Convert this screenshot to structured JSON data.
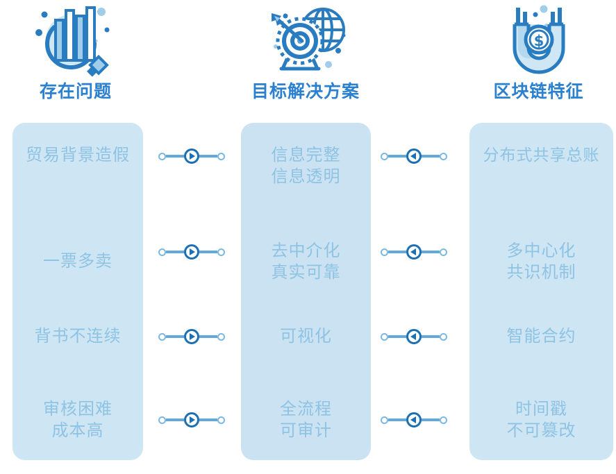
{
  "columns": [
    {
      "key": "problems",
      "title": "存在问题",
      "icon": "magnifier-barchart-icon",
      "cells": [
        {
          "text": "贸易背景造假",
          "lines": 1
        },
        {
          "text": "一票多卖",
          "lines": 1
        },
        {
          "text": "背书不连续",
          "lines": 1
        },
        {
          "text": "审核困难\n成本高",
          "lines": 2
        }
      ]
    },
    {
      "key": "solutions",
      "title": "目标解决方案",
      "icon": "target-globe-icon",
      "cells": [
        {
          "text": "信息完整\n信息透明",
          "lines": 2
        },
        {
          "text": "去中介化\n真实可靠",
          "lines": 2
        },
        {
          "text": "可视化",
          "lines": 1
        },
        {
          "text": "全流程\n可审计",
          "lines": 2
        }
      ]
    },
    {
      "key": "blockchain",
      "title": "区块链特征",
      "icon": "magnet-coin-icon",
      "cells": [
        {
          "text": "分布式共享总账",
          "lines": 1
        },
        {
          "text": "多中心化\n共识机制",
          "lines": 2
        },
        {
          "text": "智能合约",
          "lines": 1
        },
        {
          "text": "时间戳\n不可篡改",
          "lines": 2
        }
      ]
    }
  ],
  "connectors": {
    "left": [
      {
        "name": "connector-left-row-1",
        "direction": "right"
      },
      {
        "name": "connector-left-row-2",
        "direction": "right"
      },
      {
        "name": "connector-left-row-3",
        "direction": "right"
      },
      {
        "name": "connector-left-row-4",
        "direction": "right"
      }
    ],
    "right": [
      {
        "name": "connector-right-row-1",
        "direction": "left"
      },
      {
        "name": "connector-right-row-2",
        "direction": "left"
      },
      {
        "name": "connector-right-row-3",
        "direction": "left"
      },
      {
        "name": "connector-right-row-4",
        "direction": "left"
      }
    ]
  },
  "colors": {
    "header_blue": "#2c80d0",
    "panel_bg": "#cee5f4",
    "cell_text": "#8fc3e4",
    "line_blue": "#64a9dc",
    "node_blue": "#1b6fb5",
    "icon_dark": "#2a7cc0",
    "icon_light": "#9fcdea"
  }
}
